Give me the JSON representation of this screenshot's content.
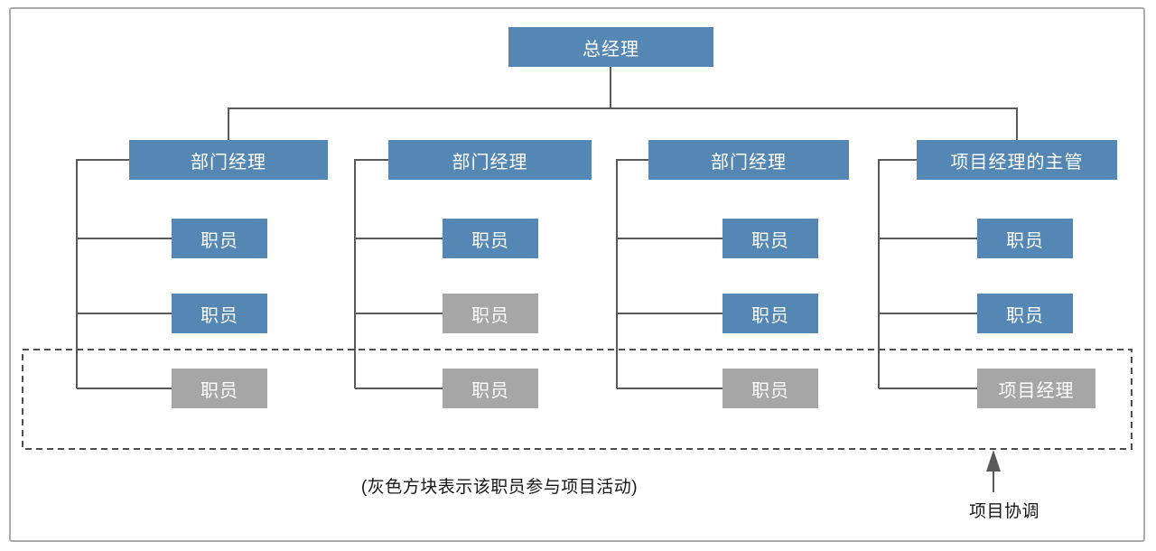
{
  "figure": {
    "caption": "(灰色方块表示该职员参与项目活动)",
    "annotation": "项目协调"
  },
  "org": {
    "root": {
      "label": "总经理"
    },
    "columns": [
      {
        "manager": "部门经理",
        "staff": [
          {
            "label": "职员",
            "participates_in_project": false
          },
          {
            "label": "职员",
            "participates_in_project": false
          },
          {
            "label": "职员",
            "participates_in_project": true
          }
        ]
      },
      {
        "manager": "部门经理",
        "staff": [
          {
            "label": "职员",
            "participates_in_project": false
          },
          {
            "label": "职员",
            "participates_in_project": true
          },
          {
            "label": "职员",
            "participates_in_project": true
          }
        ]
      },
      {
        "manager": "部门经理",
        "staff": [
          {
            "label": "职员",
            "participates_in_project": false
          },
          {
            "label": "职员",
            "participates_in_project": false
          },
          {
            "label": "职员",
            "participates_in_project": true
          }
        ]
      },
      {
        "manager": "项目经理的主管",
        "staff": [
          {
            "label": "职员",
            "participates_in_project": false
          },
          {
            "label": "职员",
            "participates_in_project": false
          },
          {
            "label": "项目经理",
            "participates_in_project": true
          }
        ]
      }
    ]
  },
  "legend": {
    "gray_meaning": "参与项目活动",
    "dashed_region_meaning": "项目协调范围"
  },
  "colors": {
    "box_blue": "#5587B4",
    "box_gray": "#A6A6A6",
    "line": "#595959",
    "dashed_border": "#4d4d4d",
    "frame": "#ababab"
  }
}
